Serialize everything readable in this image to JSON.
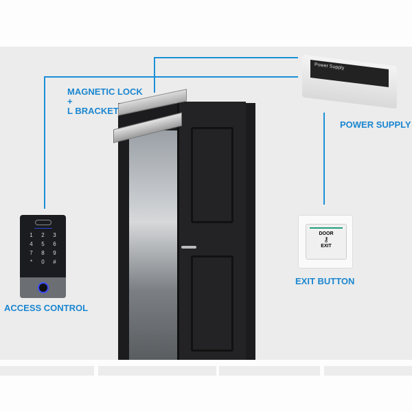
{
  "labels": {
    "magnetic_lock": "MAGNETIC LOCK\n+\nL BRACKET",
    "power_supply": "POWER SUPPLY",
    "exit_button": "EXIT BUTTON",
    "access_control": "ACCESS CONTROL"
  },
  "devices": {
    "power_supply_plate": "Power Supply",
    "exit_top": "DOOR",
    "exit_bottom": "EXIT",
    "keypad_keys": [
      "1",
      "2",
      "3",
      "4",
      "5",
      "6",
      "7",
      "8",
      "9",
      "*",
      "0",
      "#"
    ]
  },
  "colors": {
    "accent": "#1a86d0",
    "background": "#ececec",
    "door": "#1c1c1e"
  }
}
